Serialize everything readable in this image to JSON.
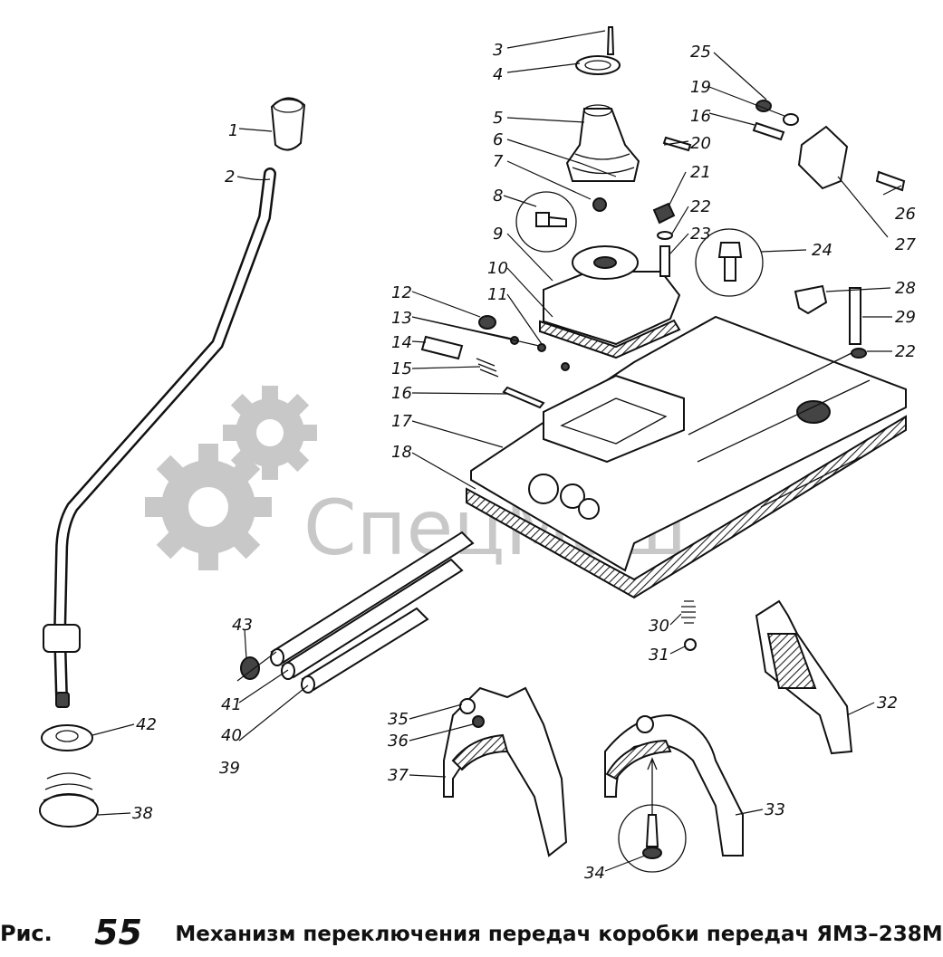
{
  "caption": {
    "prefix": "Рис.",
    "number": "55",
    "title": "Механизм переключения передач коробки передач ЯМЗ–238М"
  },
  "watermark": {
    "text": "СпецМаш",
    "color": "#c8c8c8"
  },
  "callouts": [
    "1",
    "2",
    "3",
    "4",
    "5",
    "6",
    "7",
    "8",
    "9",
    "10",
    "11",
    "12",
    "13",
    "14",
    "15",
    "16",
    "17",
    "18",
    "19",
    "20",
    "21",
    "22",
    "23",
    "24",
    "25",
    "26",
    "27",
    "28",
    "29",
    "30",
    "31",
    "32",
    "33",
    "34",
    "35",
    "36",
    "37",
    "38",
    "39",
    "40",
    "41",
    "42",
    "43"
  ],
  "callouts_repeated": {
    "16_right": "16",
    "22_right": "22"
  }
}
